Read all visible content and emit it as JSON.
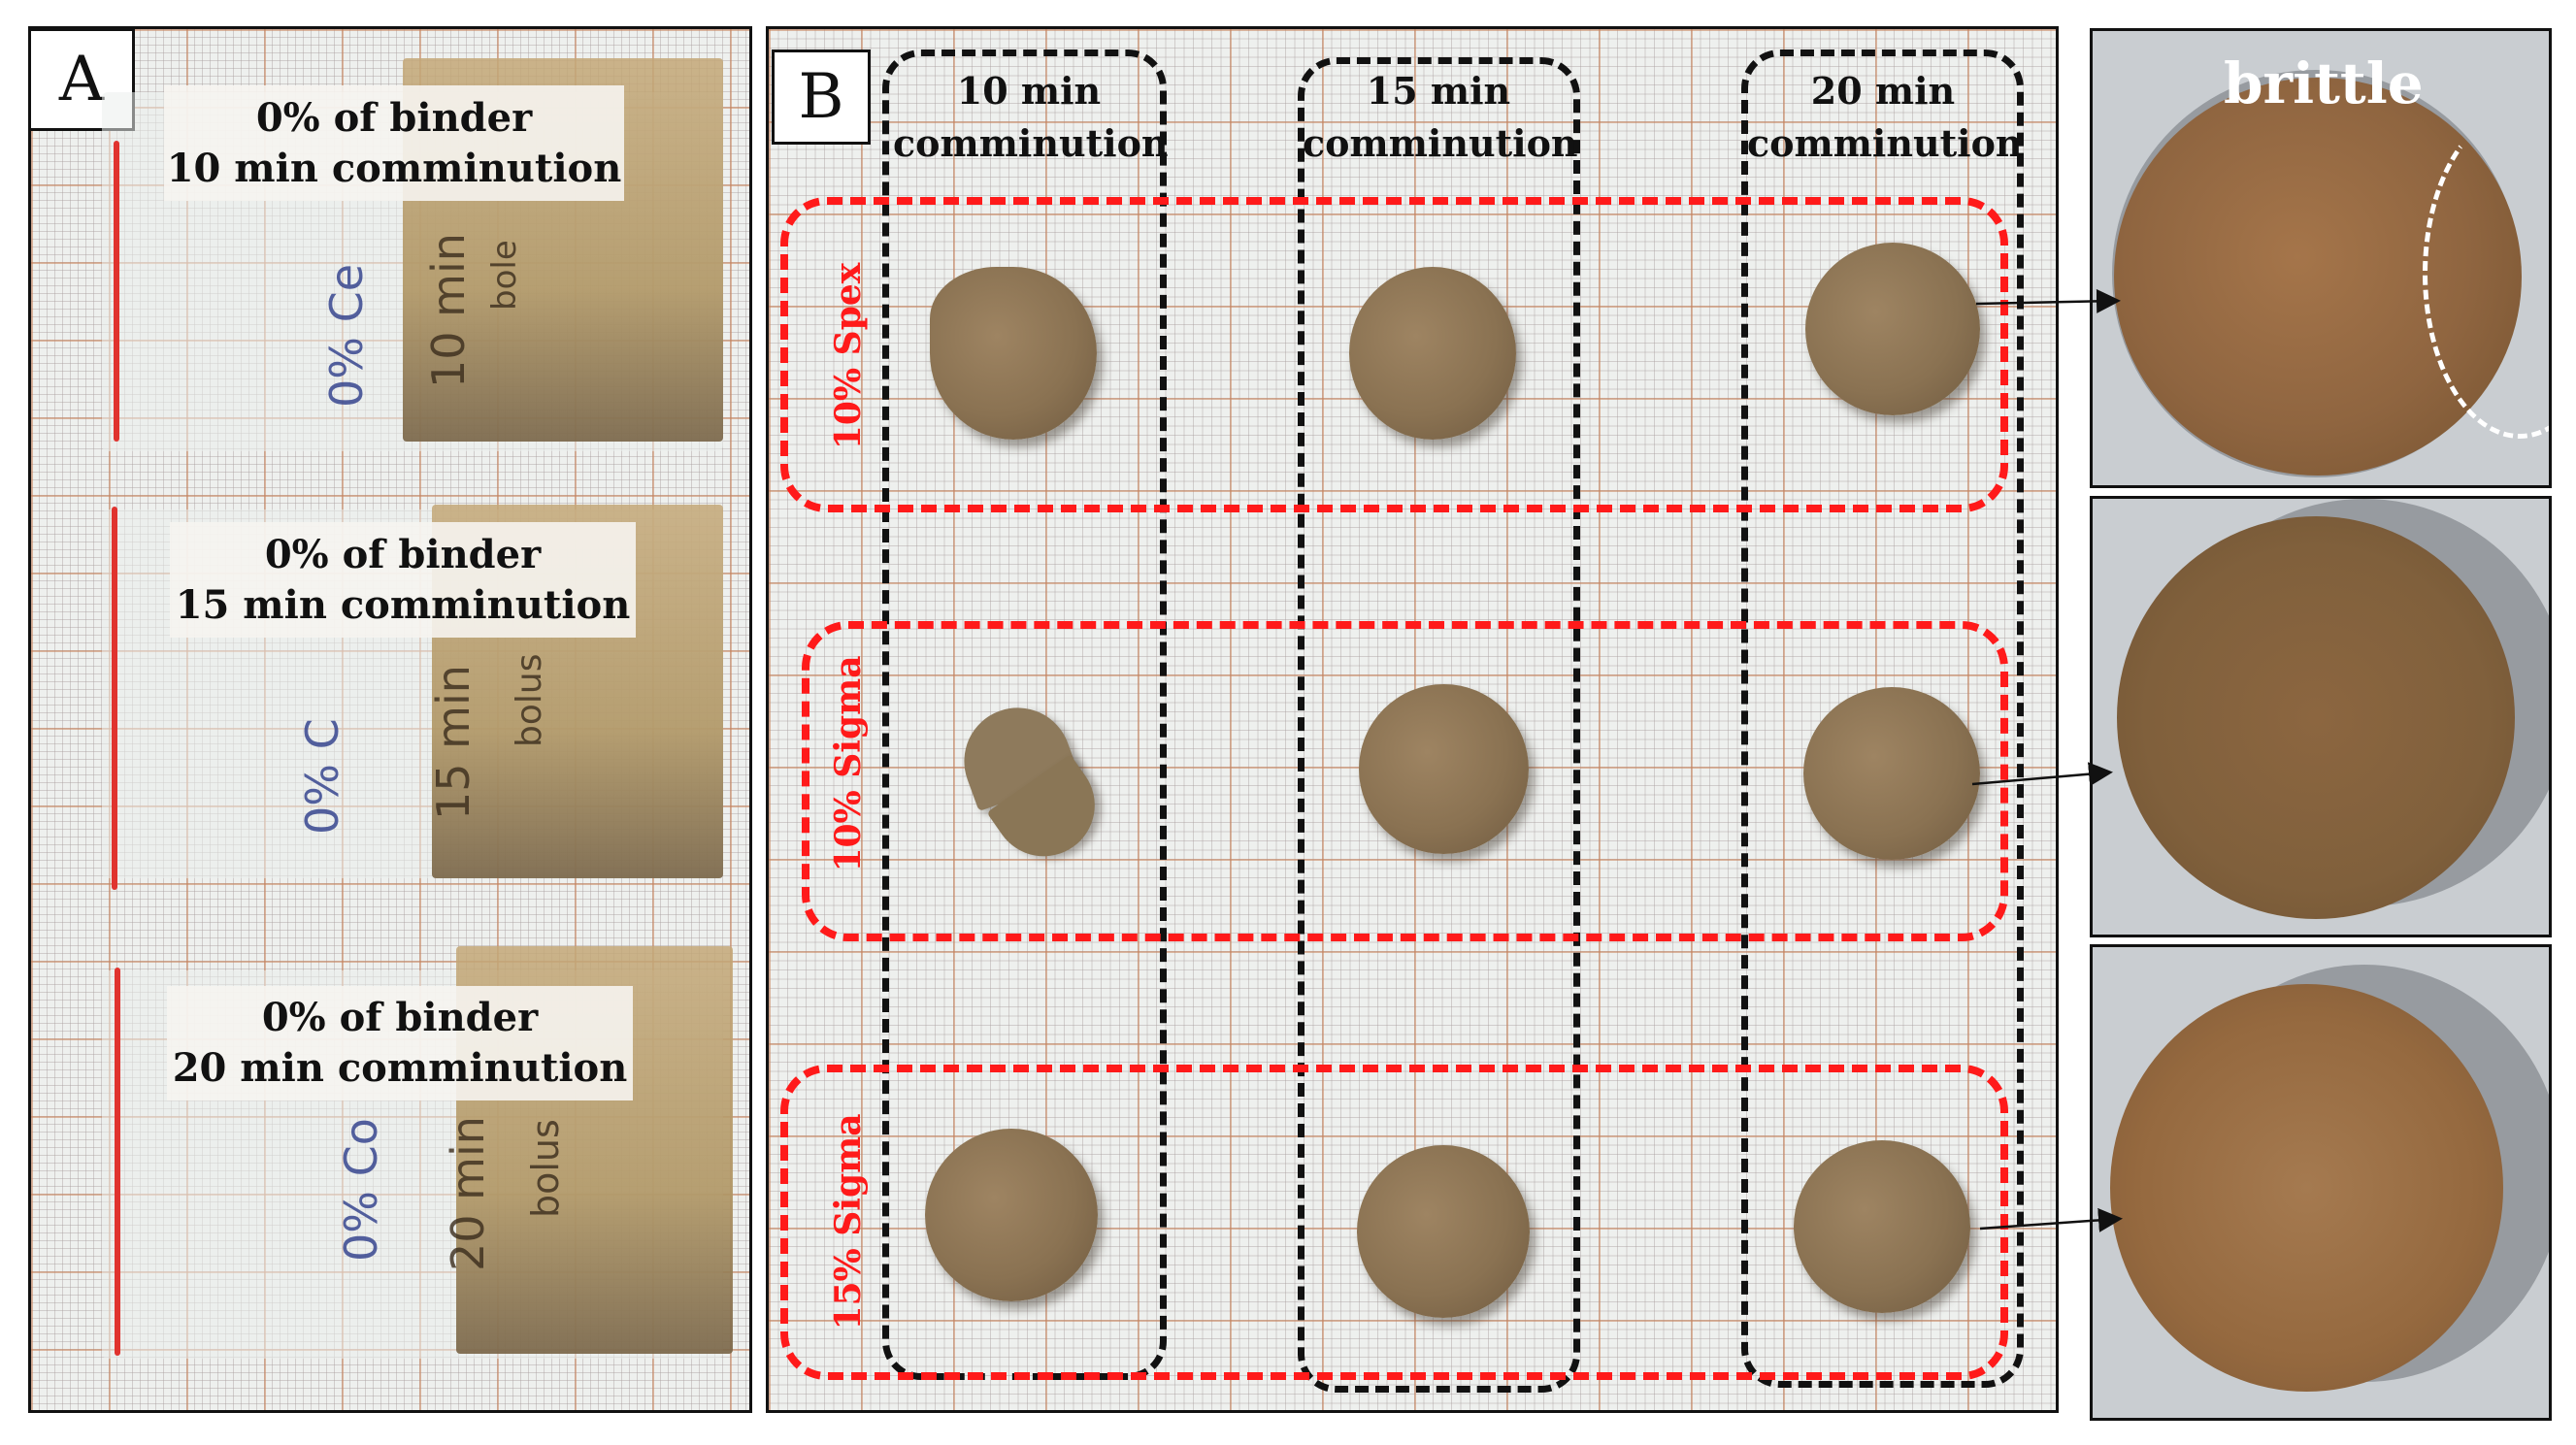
{
  "figure": {
    "panel_a": {
      "letter": "A",
      "bags": [
        {
          "label_line1": "0% of binder",
          "label_line2": "10 min comminution",
          "handwriting_1": "0% Ce",
          "handwriting_2": "10 min",
          "handwriting_3": "bole"
        },
        {
          "label_line1": "0% of binder",
          "label_line2": "15 min comminution",
          "handwriting_1": "0% C",
          "handwriting_2": "15 min",
          "handwriting_3": "bolus"
        },
        {
          "label_line1": "0% of binder",
          "label_line2": "20 min comminution",
          "handwriting_1": "0% Co",
          "handwriting_2": "20 min",
          "handwriting_3": "bolus"
        }
      ]
    },
    "panel_b": {
      "letter": "B",
      "columns": [
        {
          "line1": "10 min",
          "line2": "comminution"
        },
        {
          "line1": "15 min",
          "line2": "comminution"
        },
        {
          "line1": "20 min",
          "line2": "comminution"
        }
      ],
      "rows": [
        {
          "label": "10% Spex"
        },
        {
          "label": "10% Sigma"
        },
        {
          "label": "15% Sigma"
        }
      ],
      "pellet_states": [
        [
          "chipped",
          "intact",
          "intact"
        ],
        [
          "broken",
          "chipped",
          "intact"
        ],
        [
          "intact",
          "intact",
          "intact"
        ]
      ]
    },
    "zoom_panels": [
      {
        "annotation": "brittle",
        "source": "10% Spex, 20 min comminution"
      },
      {
        "annotation": "",
        "source": "10% Sigma, 20 min comminution"
      },
      {
        "annotation": "",
        "source": "15% Sigma, 20 min comminution"
      }
    ],
    "colors": {
      "row_box": "#ff1a1a",
      "column_box": "#111111",
      "pellet": "#8a7252",
      "zoom_pellet": "#8f6540",
      "zipper": "#e0332e"
    }
  }
}
